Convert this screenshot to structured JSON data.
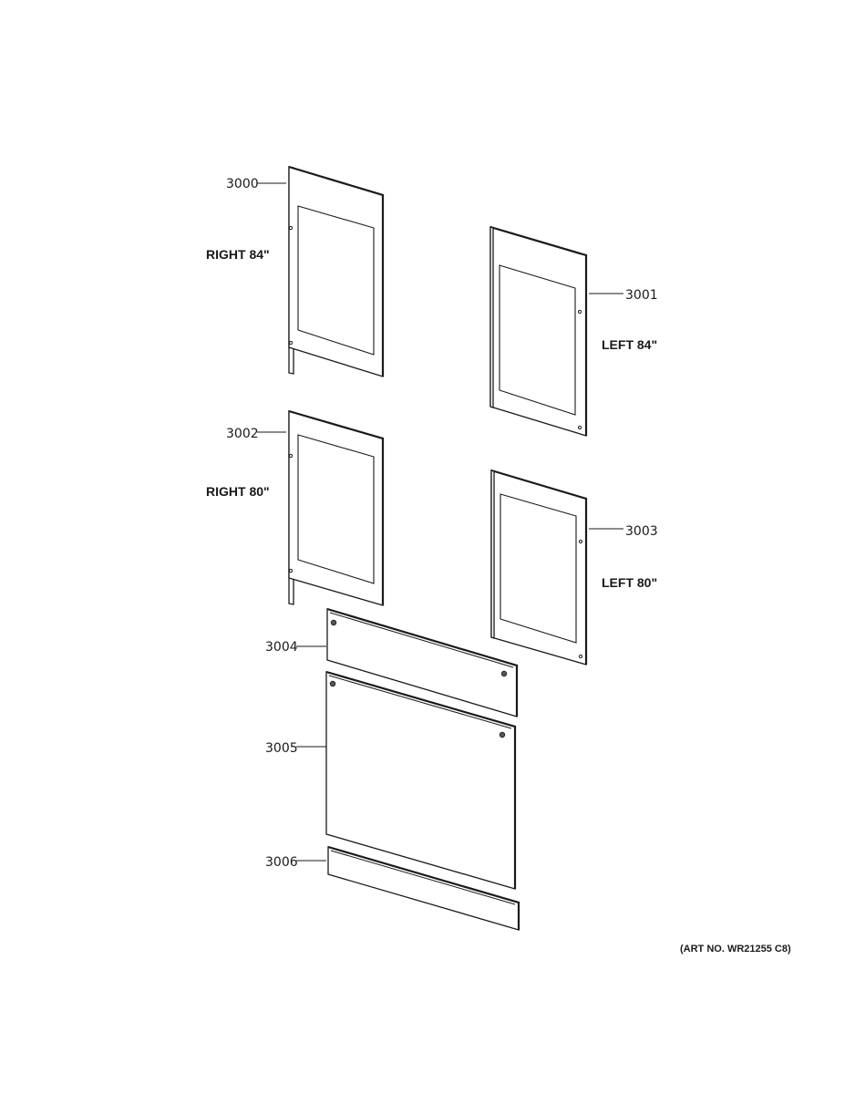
{
  "parts": [
    {
      "number": "3000",
      "size_label": "RIGHT 84\""
    },
    {
      "number": "3001",
      "size_label": "LEFT 84\""
    },
    {
      "number": "3002",
      "size_label": "RIGHT 80\""
    },
    {
      "number": "3003",
      "size_label": "LEFT 80\""
    },
    {
      "number": "3004"
    },
    {
      "number": "3005"
    },
    {
      "number": "3006"
    }
  ],
  "art_number": "(ART NO. WR21255 C8)"
}
